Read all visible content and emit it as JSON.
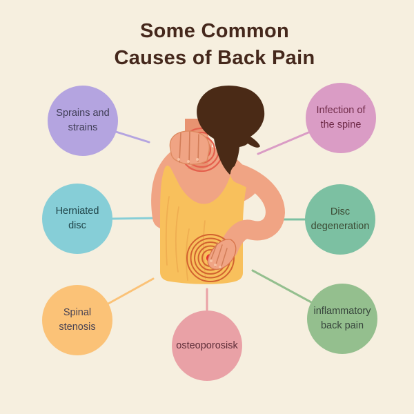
{
  "title": {
    "line1": "Some Common",
    "line2": "Causes of Back Pain",
    "color": "#45281c"
  },
  "background_color": "#f6efdf",
  "causes": [
    {
      "label": "Sprains and strains",
      "line1": "Sprains and",
      "line2": "strains",
      "circle_color": "#b4a4e0",
      "text_color": "#3f3d55",
      "position": "top-left"
    },
    {
      "label": "Infection of the spine",
      "line1": "Infection of",
      "line2": "the spine",
      "circle_color": "#da9cc5",
      "text_color": "#6e2a47",
      "position": "top-right"
    },
    {
      "label": "Herniated disc",
      "line1": "Herniated",
      "line2": "disc",
      "circle_color": "#86ced7",
      "text_color": "#204449",
      "position": "middle-left"
    },
    {
      "label": "Disc degeneration",
      "line1": "Disc",
      "line2": "degeneration",
      "circle_color": "#7cc0a2",
      "text_color": "#3b4a33",
      "position": "middle-right"
    },
    {
      "label": "Spinal stenosis",
      "line1": "Spinal",
      "line2": "stenosis",
      "circle_color": "#fbc277",
      "text_color": "#474253",
      "position": "bottom-left"
    },
    {
      "label": "inflammatory back pain",
      "line1": "inflammatory",
      "line2": "back pain",
      "circle_color": "#94bf8e",
      "text_color": "#37453c",
      "position": "bottom-right"
    },
    {
      "label": "osteoporosisk",
      "line1": "osteoporosisk",
      "line2": "",
      "circle_color": "#e9a1a6",
      "text_color": "#5e2d38",
      "position": "bottom-center"
    }
  ],
  "illustration": {
    "subject": "woman seen from behind holding her neck and lower back",
    "pain_points": [
      "upper back / neck",
      "lower back"
    ],
    "skin_color": "#f0a484",
    "hair_color": "#4a2a16",
    "top_color": "#f8c05c",
    "pain_dot_color": "#e6292b"
  }
}
